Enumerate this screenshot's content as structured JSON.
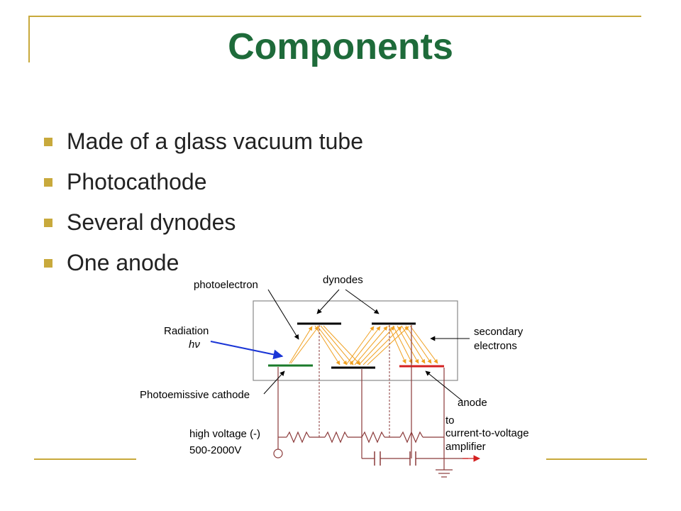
{
  "slide": {
    "title": "Components",
    "bullets": [
      "Made of a glass vacuum tube",
      "Photocathode",
      "Several dynodes",
      "One anode"
    ]
  },
  "diagram": {
    "labels": {
      "photoelectron": "photoelectron",
      "dynodes": "dynodes",
      "radiation": "Radiation",
      "h_nu": "hν",
      "secondary_line1": "secondary",
      "secondary_line2": "electrons",
      "cathode": "Photoemissive cathode",
      "anode": "anode",
      "high_voltage": "high voltage (-)",
      "voltage_range": "500-2000V",
      "to": "to",
      "converter": "current-to-voltage",
      "amplifier": "amplifier"
    }
  },
  "colors": {
    "title": "#1e6b3a",
    "accent": "#c8a93c",
    "cathode": "#1a7a2a",
    "anode": "#d42020",
    "electron_path": "#f0a020",
    "radiation": "#1a35d6",
    "wire": "#8b3a3a"
  }
}
